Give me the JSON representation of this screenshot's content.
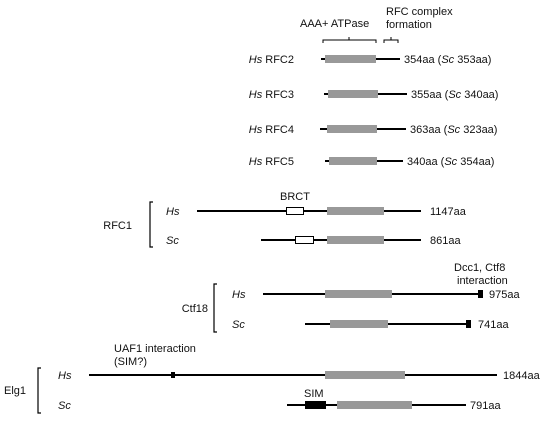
{
  "header": {
    "aaa_label": "AAA+ ATPase",
    "rfc_label_line1": "RFC complex",
    "rfc_label_line2": "formation"
  },
  "rfc_small": [
    {
      "species": "Hs",
      "name": "RFC2",
      "hs_len": "354aa (",
      "sc_sp": "Sc",
      "sc_len": " 353aa)"
    },
    {
      "species": "Hs",
      "name": "RFC3",
      "hs_len": "355aa (",
      "sc_sp": "Sc",
      "sc_len": " 340aa)"
    },
    {
      "species": "Hs",
      "name": "RFC4",
      "hs_len": "363aa (",
      "sc_sp": "Sc",
      "sc_len": " 323aa)"
    },
    {
      "species": "Hs",
      "name": "RFC5",
      "hs_len": "340aa (",
      "sc_sp": "Sc",
      "sc_len": " 354aa)"
    }
  ],
  "groups": {
    "rfc1": {
      "label": "RFC1",
      "hs": {
        "species": "Hs",
        "length": "1147aa",
        "domain": "BRCT"
      },
      "sc": {
        "species": "Sc",
        "length": "861aa"
      }
    },
    "ctf18": {
      "label": "Ctf18",
      "note_line1": "Dcc1, Ctf8",
      "note_line2": "interaction",
      "hs": {
        "species": "Hs",
        "length": "975aa"
      },
      "sc": {
        "species": "Sc",
        "length": "741aa"
      }
    },
    "elg1": {
      "label": "Elg1",
      "note_line1": "UAF1 interaction",
      "note_line2": "(SIM?)",
      "hs": {
        "species": "Hs",
        "length": "1844aa"
      },
      "sc": {
        "species": "Sc",
        "length": "791aa",
        "domain": "SIM"
      }
    }
  },
  "colors": {
    "line": "#000000",
    "atpase_box": "#999999",
    "brct_box": "#ffffff"
  }
}
